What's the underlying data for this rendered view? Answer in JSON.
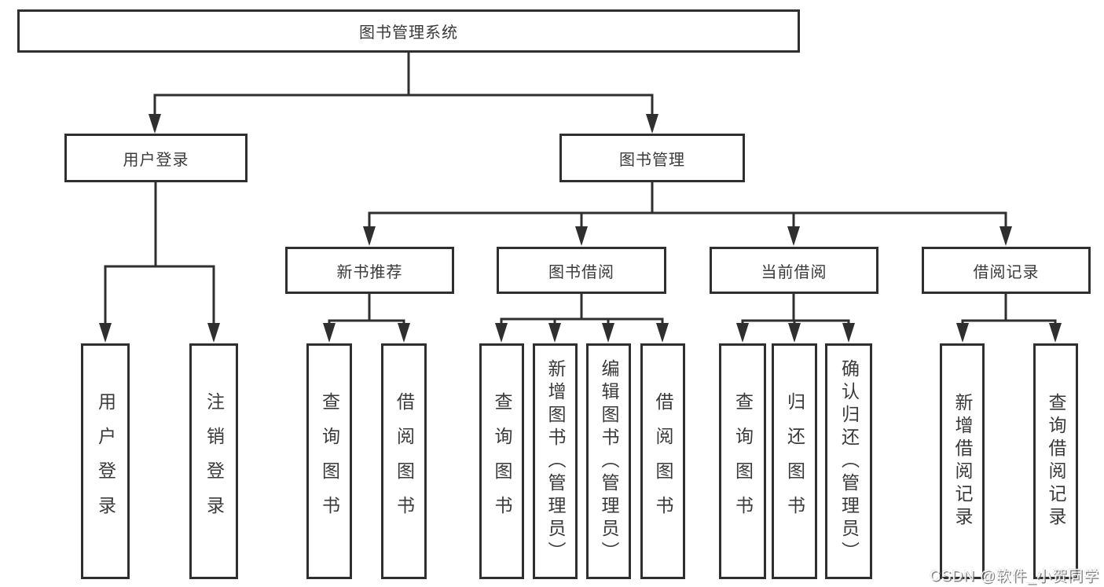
{
  "colors": {
    "line": "#2f2f2f",
    "box_border": "#2f2f2f",
    "box_fill": "#ffffff",
    "label_text": "#3a3a3a",
    "watermark_shadow": "#6e6e6e"
  },
  "watermark": {
    "text": "CSDN @软件_小贺同学"
  },
  "tree": {
    "root": {
      "label": "图书管理系统",
      "children": [
        {
          "label": "用户登录",
          "children": [
            {
              "label": "用户登录"
            },
            {
              "label": "注销登录"
            }
          ]
        },
        {
          "label": "图书管理",
          "children": [
            {
              "label": "新书推荐",
              "children": [
                {
                  "label": "查询图书"
                },
                {
                  "label": "借阅图书"
                }
              ]
            },
            {
              "label": "图书借阅",
              "children": [
                {
                  "label": "查询图书"
                },
                {
                  "label": "新增图书（管理员）"
                },
                {
                  "label": "编辑图书（管理员）"
                },
                {
                  "label": "借阅图书"
                }
              ]
            },
            {
              "label": "当前借阅",
              "children": [
                {
                  "label": "查询图书"
                },
                {
                  "label": "归还图书"
                },
                {
                  "label": "确认归还（管理员）"
                }
              ]
            },
            {
              "label": "借阅记录",
              "children": [
                {
                  "label": "新增借阅记录"
                },
                {
                  "label": "查询借阅记录"
                }
              ]
            }
          ]
        }
      ]
    }
  }
}
